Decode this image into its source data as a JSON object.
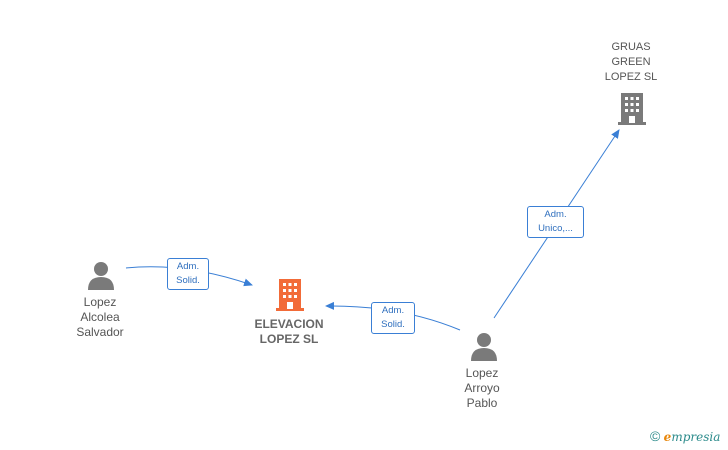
{
  "colors": {
    "edge": "#3a7fd5",
    "person": "#7a7a7a",
    "company": "#7a7a7a",
    "company_main": "#f26b38"
  },
  "nodes": {
    "gruas": {
      "lines": [
        "GRUAS",
        "GREEN",
        "LOPEZ  SL"
      ],
      "icon": "building-icon"
    },
    "elevacion": {
      "lines": [
        "ELEVACION",
        "LOPEZ  SL"
      ],
      "icon": "building-icon"
    },
    "alcolea": {
      "lines": [
        "Lopez",
        "Alcolea",
        "Salvador"
      ],
      "icon": "person-icon"
    },
    "arroyo": {
      "lines": [
        "Lopez",
        "Arroyo",
        "Pablo"
      ],
      "icon": "person-icon"
    }
  },
  "edges": {
    "alcolea_elevacion": {
      "lines": [
        "Adm.",
        "Solid."
      ]
    },
    "arroyo_elevacion": {
      "lines": [
        "Adm.",
        "Solid."
      ]
    },
    "arroyo_gruas": {
      "lines": [
        "Adm.",
        "Unico,..."
      ]
    }
  },
  "brand": {
    "copyright": "©",
    "e": "e",
    "rest": "mpresia"
  }
}
